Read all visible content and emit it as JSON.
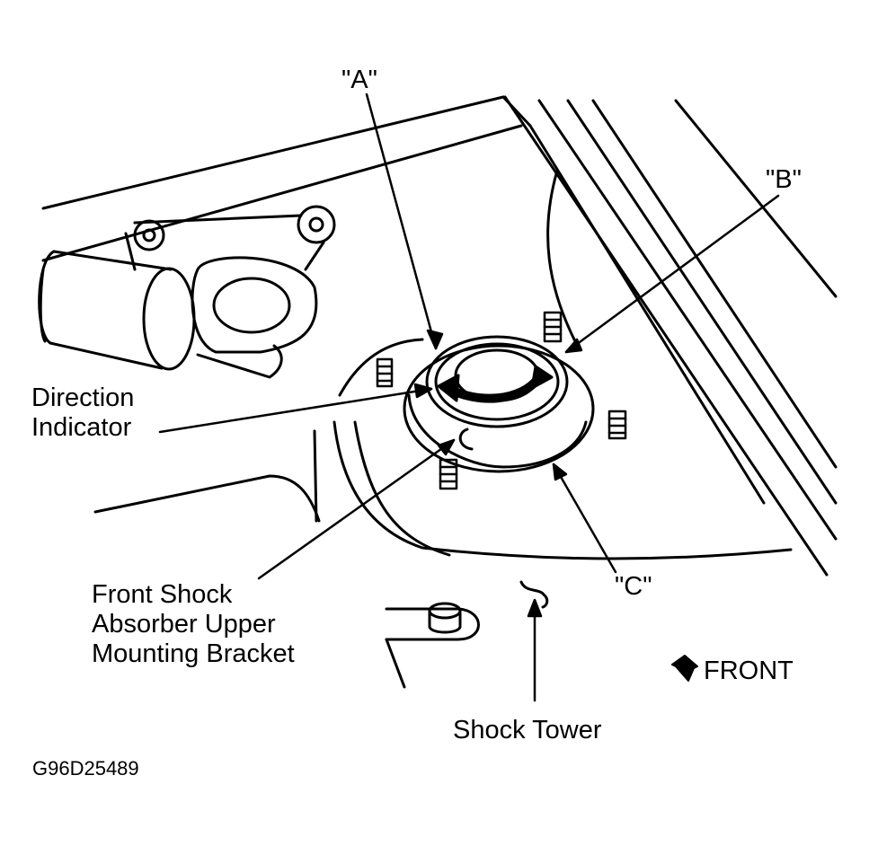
{
  "labels": {
    "a": "\"A\"",
    "b": "\"B\"",
    "c": "\"C\"",
    "direction_indicator": [
      "Direction",
      "Indicator"
    ],
    "bracket": [
      "Front Shock",
      "Absorber Upper",
      "Mounting Bracket"
    ],
    "shock_tower": "Shock Tower",
    "front": "FRONT",
    "figure_id": "G96D25489"
  }
}
